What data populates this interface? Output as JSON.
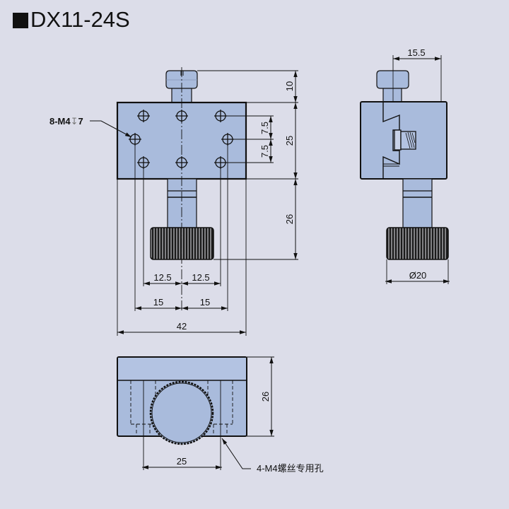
{
  "title": {
    "marker": "■",
    "model": "DX11-24S"
  },
  "colors": {
    "background": "#dcdde9",
    "part_fill": "#a9bbdc",
    "part_fill_light": "#b3c3e2",
    "outline": "#111111",
    "knob": "#1a1a1a"
  },
  "front_view": {
    "hole_callout": "8-M4↧7",
    "hole_callout_parts": {
      "prefix": "8-M4",
      "depth_symbol": "↧",
      "depth": "7"
    },
    "dims": {
      "cap_height": "10",
      "body_height": "25",
      "shaft_length": "26",
      "hole_offset_upper": "7.5",
      "hole_offset_lower": "7.5",
      "inner_left": "12.5",
      "inner_right": "12.5",
      "outer_left": "15",
      "outer_right": "15",
      "body_width": "42"
    }
  },
  "side_view": {
    "dims": {
      "top_width": "15.5",
      "knob_diameter": "Ø20"
    }
  },
  "bottom_view": {
    "dims": {
      "height": "26",
      "hole_spacing": "25"
    },
    "hole_callout": "4-M4螺丝专用孔"
  }
}
